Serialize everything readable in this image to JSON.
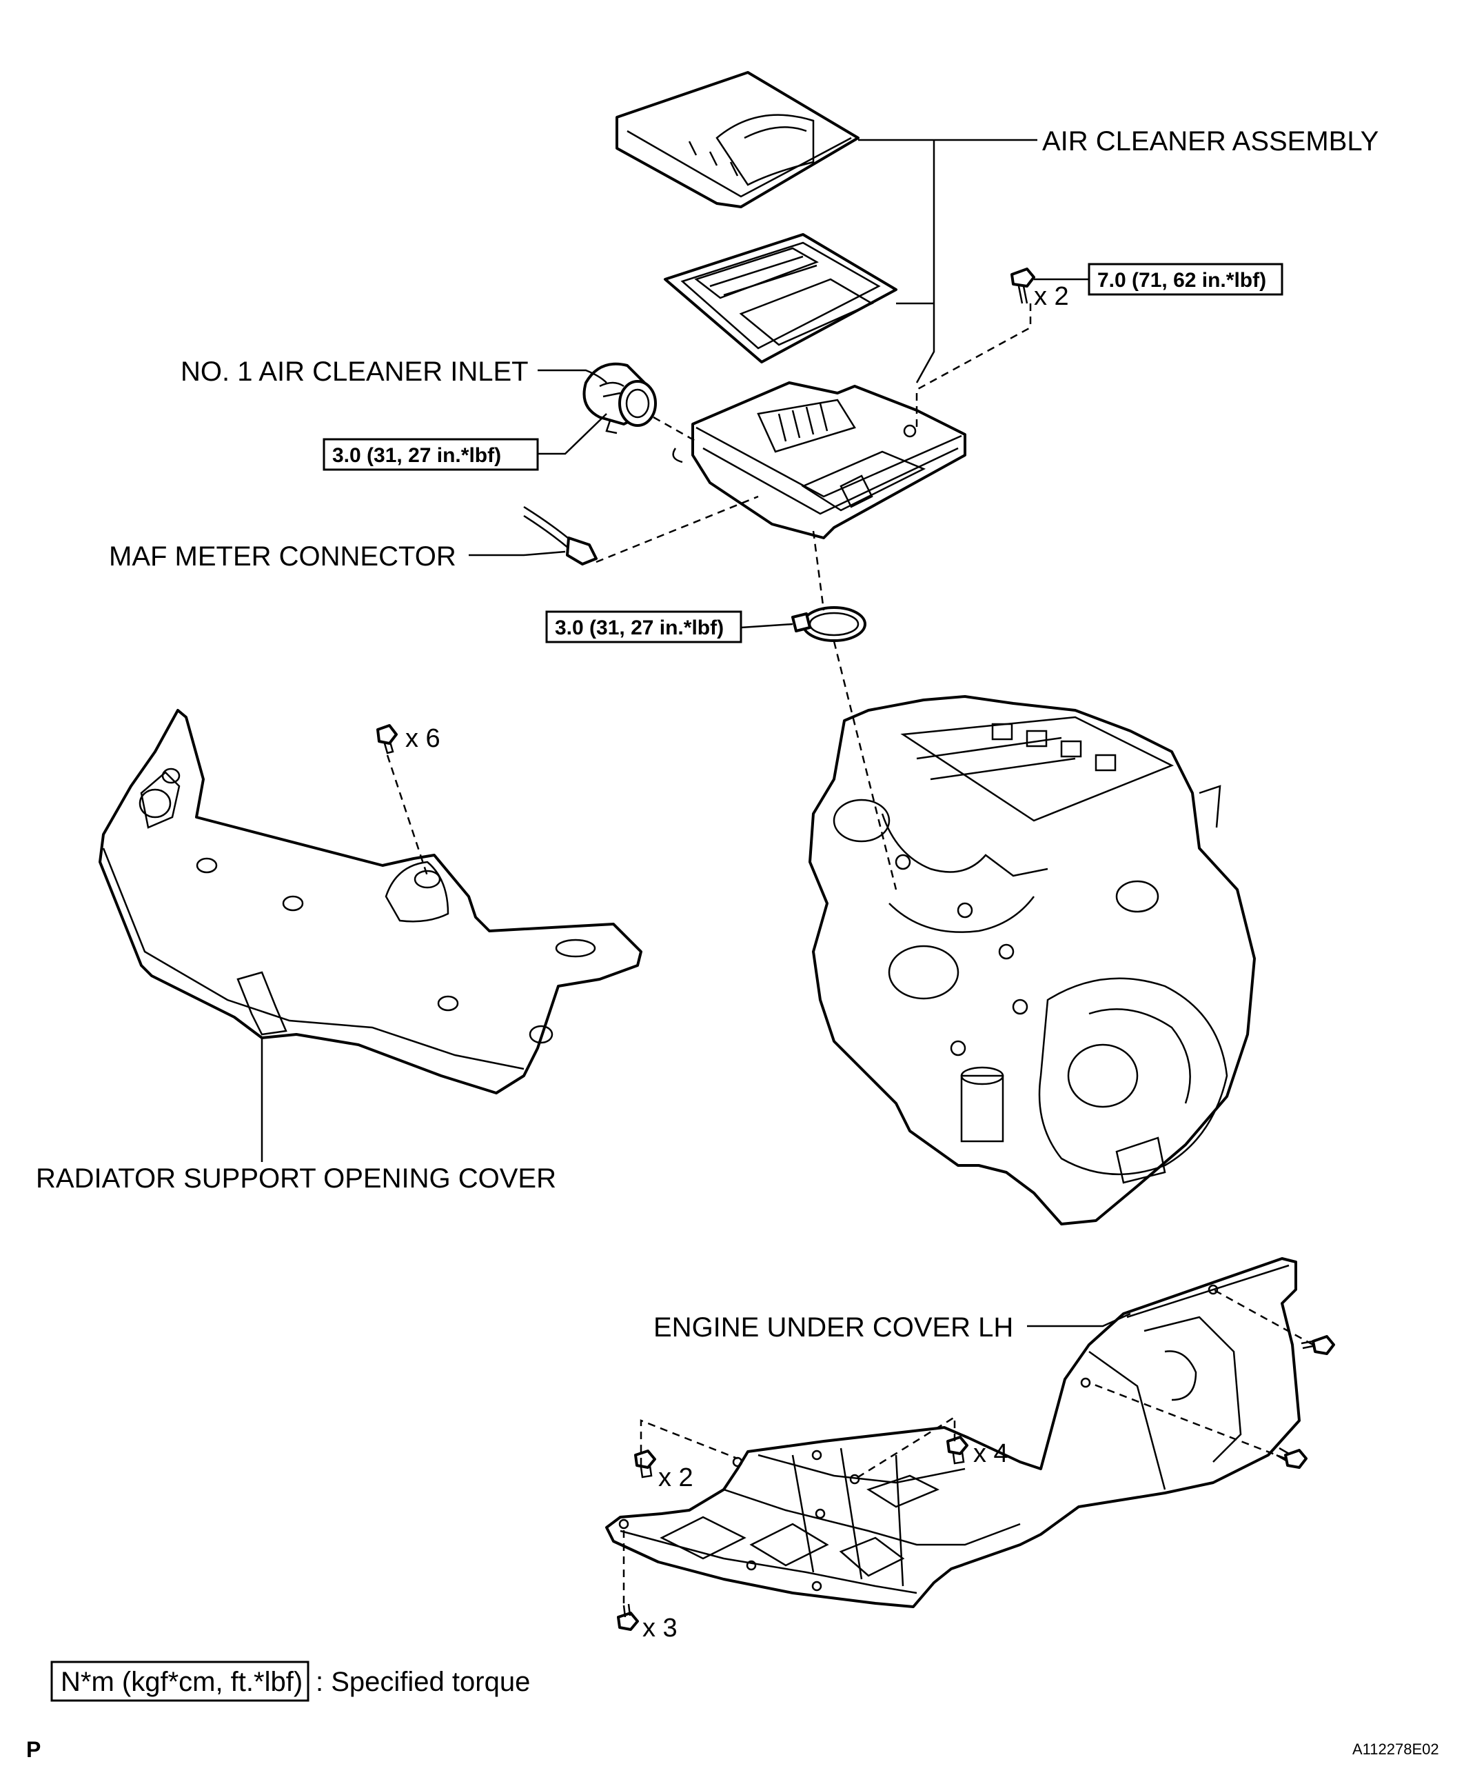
{
  "labels": {
    "air_cleaner_assembly": "AIR CLEANER ASSEMBLY",
    "no1_air_cleaner_inlet": "NO. 1 AIR CLEANER INLET",
    "maf_meter_connector": "MAF METER CONNECTOR",
    "radiator_support_opening_cover": "RADIATOR SUPPORT OPENING COVER",
    "engine_under_cover_lh": "ENGINE UNDER COVER LH"
  },
  "torque": {
    "air_cleaner_bolt": "7.0 (71, 62 in.*lbf)",
    "inlet_clamp": "3.0 (31, 27 in.*lbf)",
    "lower_clamp": "3.0 (31, 27 in.*lbf)"
  },
  "quantities": {
    "air_cleaner_bolts": "x 2",
    "cover_clips": "x 6",
    "under_cover_left": "x 2",
    "under_cover_center": "x 4",
    "under_cover_front": "x 3"
  },
  "legend": {
    "unit": "N*m (kgf*cm, ft.*lbf)",
    "text": ": Specified torque"
  },
  "footer": {
    "section_letter": "P",
    "figure_id": "A112278E02"
  }
}
